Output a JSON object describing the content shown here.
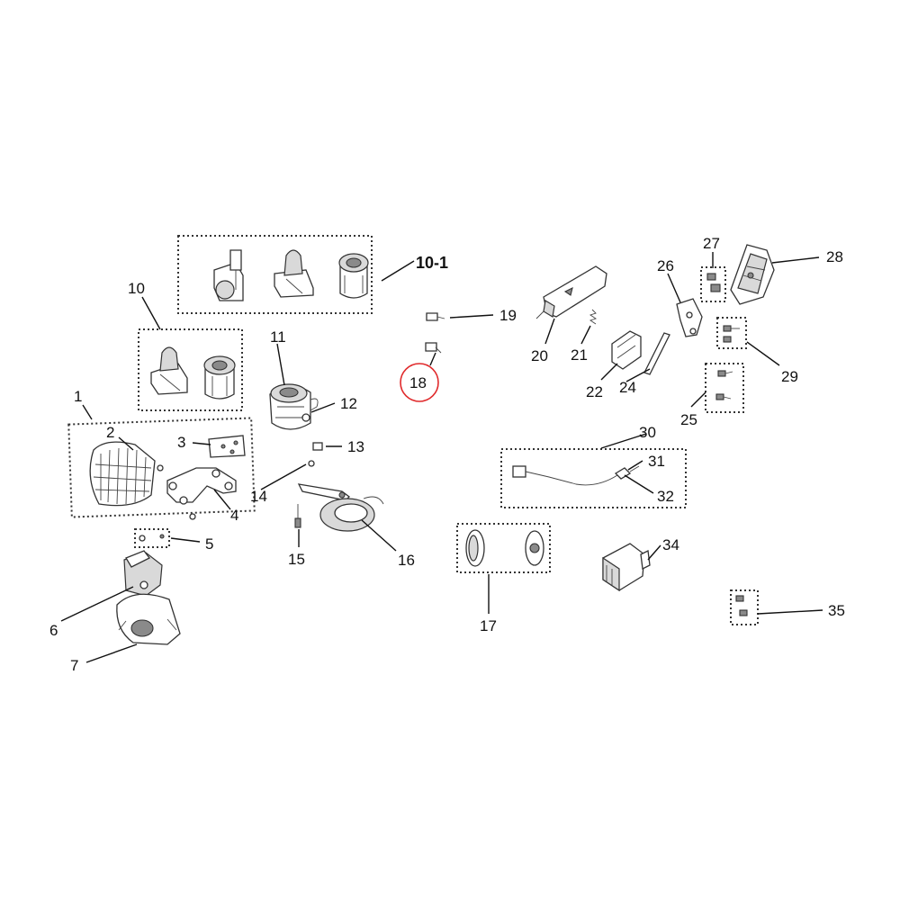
{
  "diagram": {
    "callouts": {
      "c1": "1",
      "c2": "2",
      "c3": "3",
      "c4": "4",
      "c5": "5",
      "c6": "6",
      "c7": "7",
      "c10": "10",
      "c10_1": "10-1",
      "c11": "11",
      "c12": "12",
      "c13": "13",
      "c14": "14",
      "c15": "15",
      "c16": "16",
      "c17": "17",
      "c18": "18",
      "c19": "19",
      "c20": "20",
      "c21": "21",
      "c22": "22",
      "c24": "24",
      "c25": "25",
      "c26": "26",
      "c27": "27",
      "c28": "28",
      "c29": "29",
      "c30": "30",
      "c31": "31",
      "c32": "32",
      "c34": "34",
      "c35": "35"
    },
    "highlight": {
      "callout": "18",
      "color": "#e0292b"
    },
    "colors": {
      "line": "#111111",
      "part_fill": "#ffffff",
      "part_shade": "#d9d9d9",
      "background": "#ffffff"
    }
  }
}
